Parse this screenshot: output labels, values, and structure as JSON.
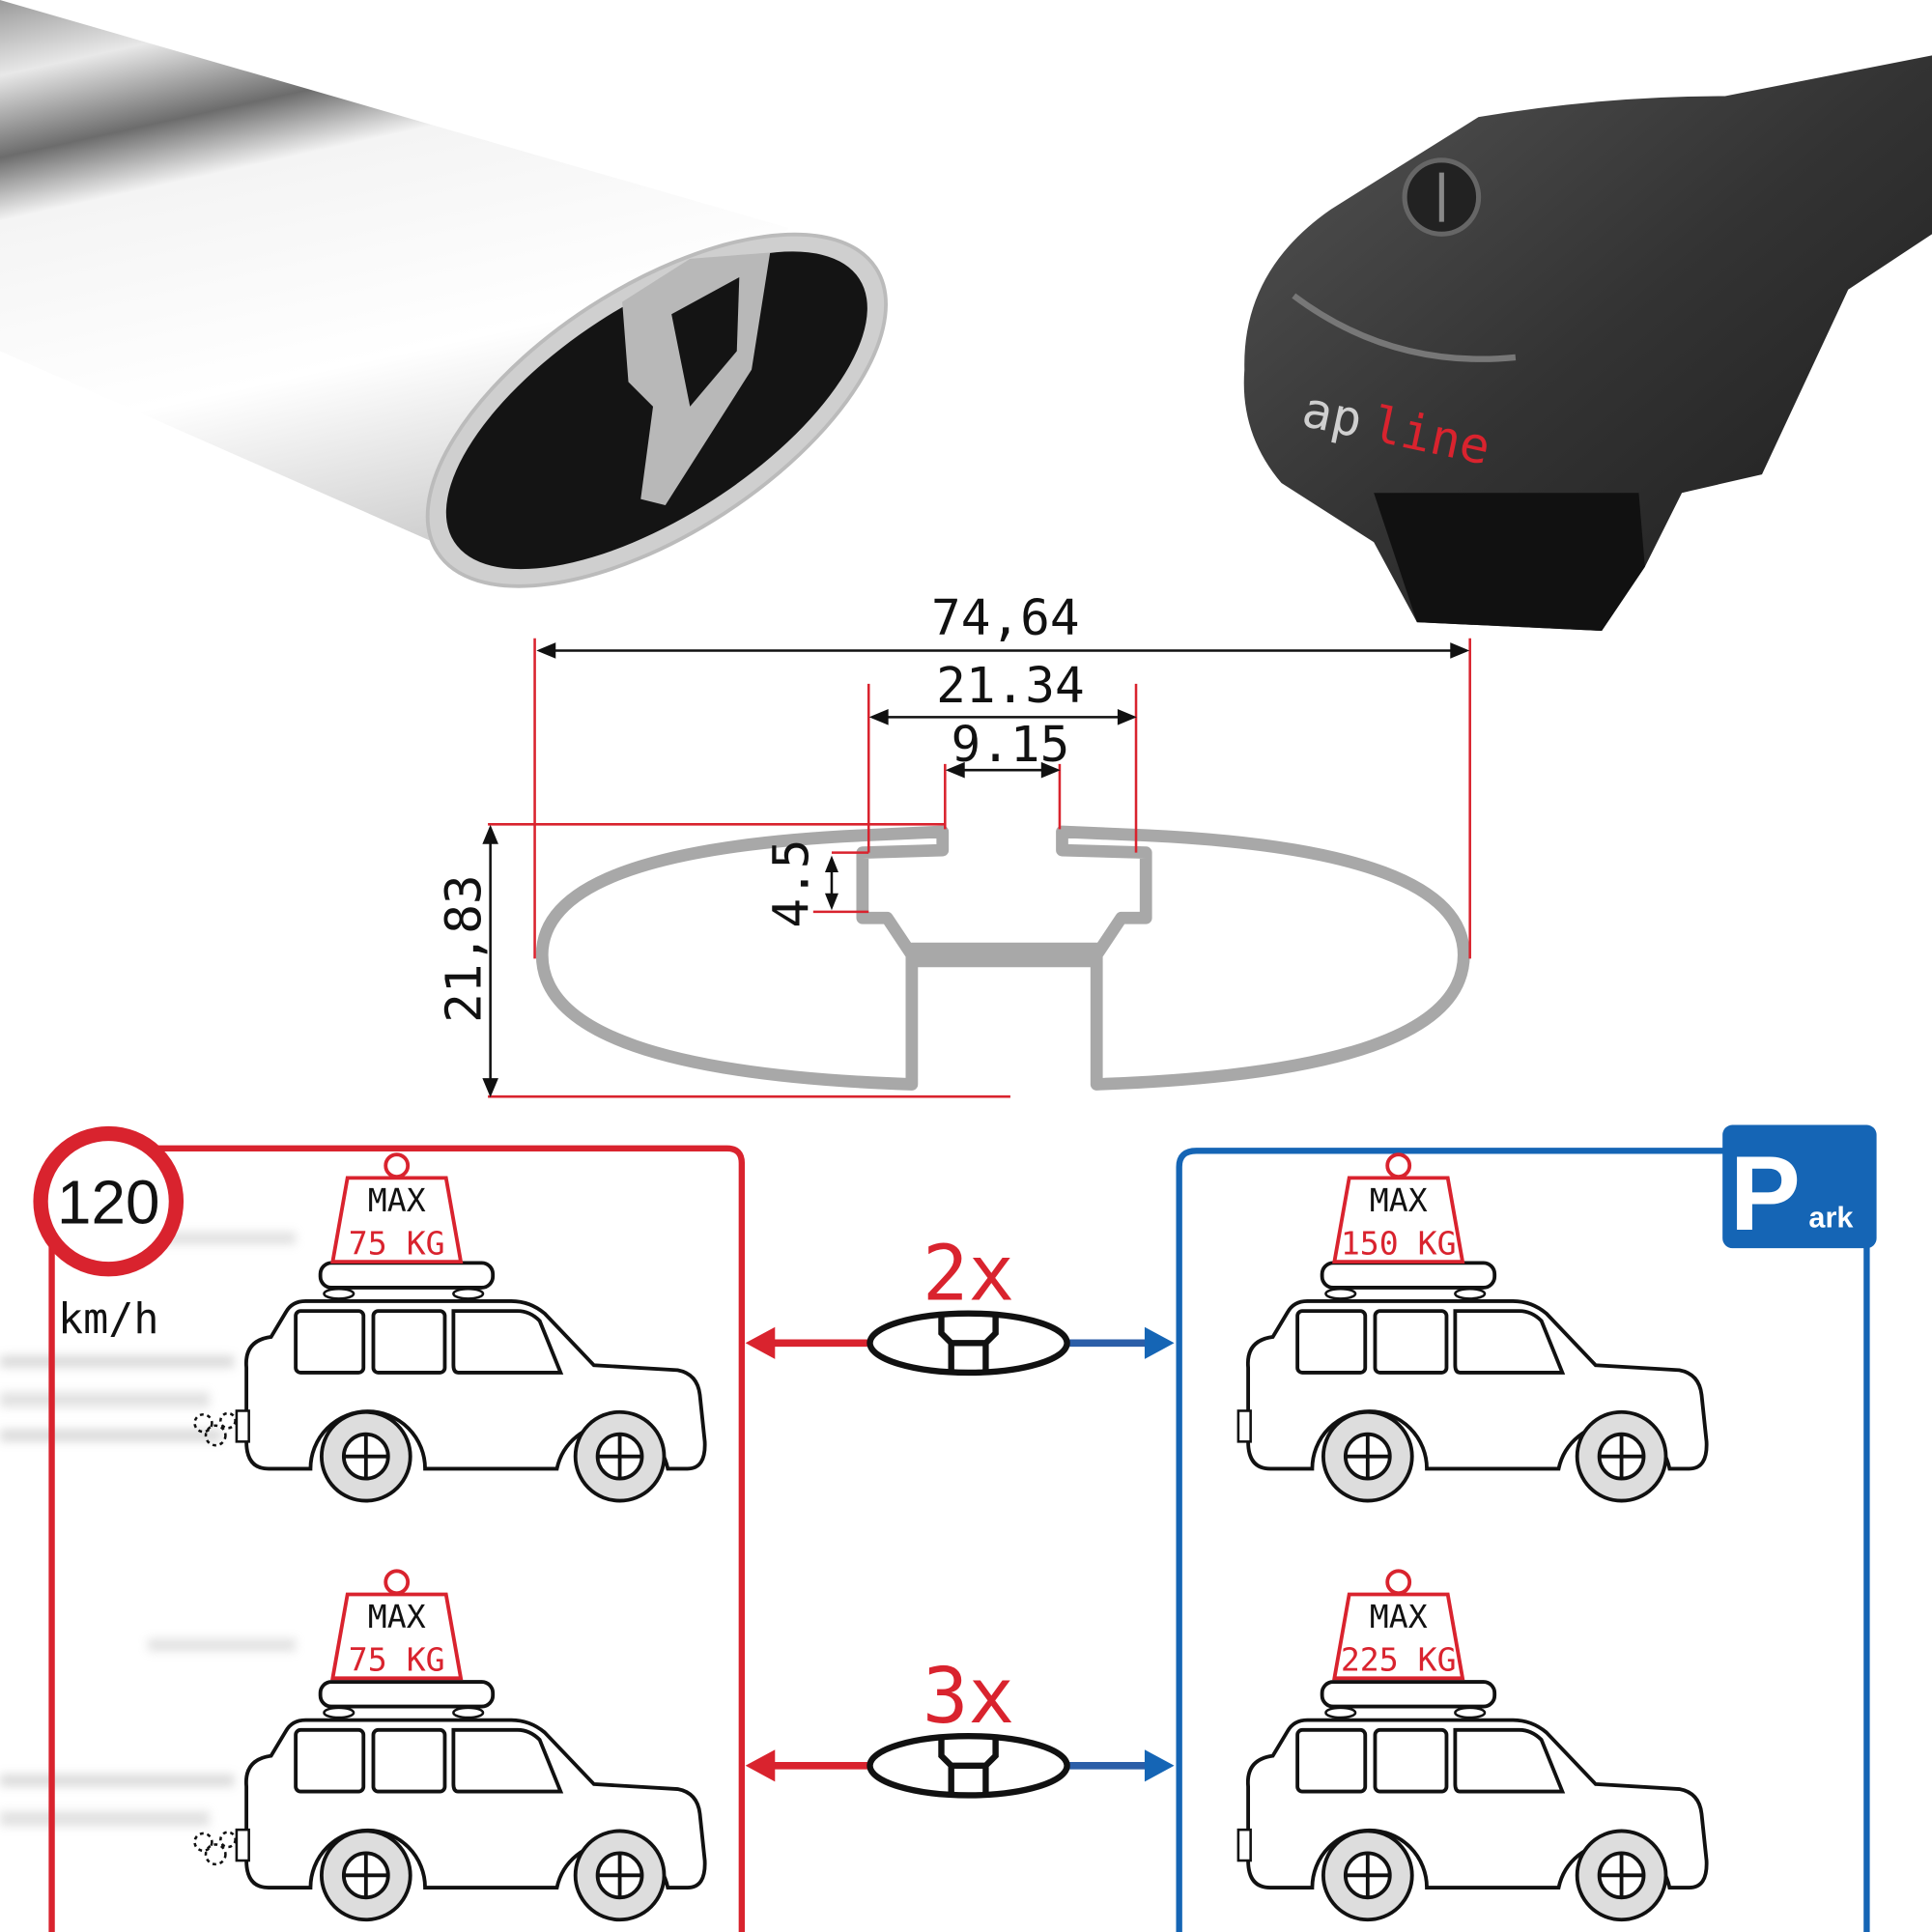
{
  "product": {
    "logo_part1": "ap",
    "logo_part2": "line"
  },
  "dimensions": {
    "overall_width": "74,64",
    "slot_outer_width": "21.34",
    "slot_opening": "9.15",
    "slot_depth": "4.5",
    "height": "21,83"
  },
  "dynamic_load": {
    "speed_value": "120",
    "speed_unit": "km/h",
    "tag_top": {
      "line1": "MAX",
      "line2": "75 KG"
    },
    "tag_bottom": {
      "line1": "MAX",
      "line2": "75 KG"
    }
  },
  "static_load": {
    "park_letter": "P",
    "park_suffix": "ark",
    "tag_top": {
      "line1": "MAX",
      "line2": "150 KG"
    },
    "tag_bottom": {
      "line1": "MAX",
      "line2": "225 KG"
    }
  },
  "bars": {
    "two_bars": "2x",
    "three_bars": "3x"
  },
  "colors": {
    "red": "#d9232e",
    "blue": "#1565b5",
    "profile_gray": "#a8a8a8"
  }
}
